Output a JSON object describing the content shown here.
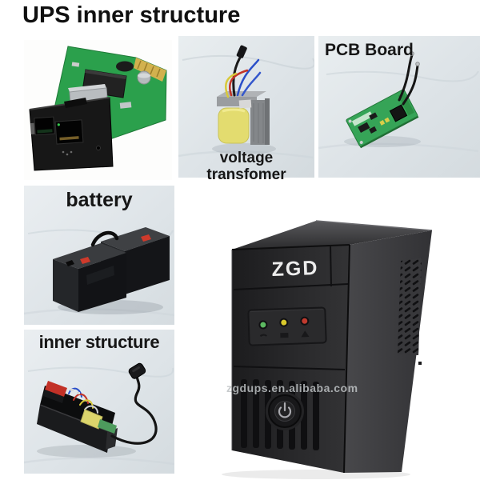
{
  "title": "UPS inner structure",
  "watermark": "zgdups.en.alibaba.com",
  "ups": {
    "brand": "ZGD",
    "leds": [
      {
        "name": "ac-normal-led",
        "color": "#5cb961"
      },
      {
        "name": "battery-mode-led",
        "color": "#d9c92c"
      },
      {
        "name": "fault-led",
        "color": "#c03a2e"
      }
    ]
  },
  "captions": {
    "voltage_transformer": "voltage transfomer",
    "pcb_board": "PCB Board",
    "battery": "battery",
    "inner_structure": "inner structure"
  },
  "colors": {
    "background": "#ffffff",
    "cloth": "#dde3e7",
    "pcb_green": "#2da14f",
    "gold_fingers": "#d2b14e",
    "title_text": "#101010",
    "watermark_text": "#bfc3c5",
    "ups_front": "#232325",
    "ups_side": "#3e3e41"
  }
}
